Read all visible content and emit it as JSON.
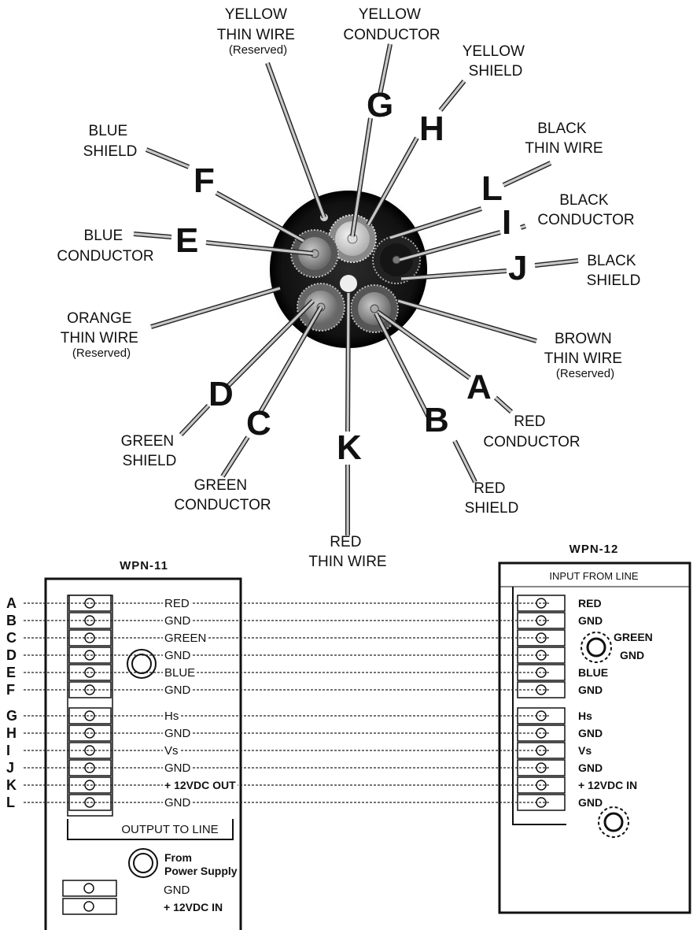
{
  "cable_labels": {
    "yellow_thin_wire": [
      "YELLOW",
      "THIN WIRE",
      "(Reserved)"
    ],
    "yellow_conductor": [
      "YELLOW",
      "CONDUCTOR"
    ],
    "yellow_shield": [
      "YELLOW",
      "SHIELD"
    ],
    "black_thin_wire": [
      "BLACK",
      "THIN WIRE"
    ],
    "black_conductor": [
      "BLACK",
      "CONDUCTOR"
    ],
    "black_shield": [
      "BLACK",
      "SHIELD"
    ],
    "brown_thin_wire": [
      "BROWN",
      "THIN WIRE",
      "(Reserved)"
    ],
    "red_conductor": [
      "RED",
      "CONDUCTOR"
    ],
    "red_shield": [
      "RED",
      "SHIELD"
    ],
    "red_thin_wire": [
      "RED",
      "THIN WIRE"
    ],
    "green_conductor": [
      "GREEN",
      "CONDUCTOR"
    ],
    "green_shield": [
      "GREEN",
      "SHIELD"
    ],
    "orange_thin_wire": [
      "ORANGE",
      "THIN WIRE",
      "(Reserved)"
    ],
    "blue_conductor": [
      "BLUE",
      "CONDUCTOR"
    ],
    "blue_shield": [
      "BLUE",
      "SHIELD"
    ]
  },
  "cable_letters": {
    "G": "G",
    "H": "H",
    "L": "L",
    "I": "I",
    "J": "J",
    "A": "A",
    "B": "B",
    "K": "K",
    "C": "C",
    "D": "D",
    "E": "E",
    "F": "F"
  },
  "wpn11": {
    "title": "WPN-11",
    "footer": "OUTPUT TO LINE",
    "power_label_1": "From",
    "power_label_2": "Power Supply",
    "gnd_label": "GND",
    "power_in_label": "+ 12VDC IN",
    "pins": [
      {
        "letter": "A",
        "label": "RED"
      },
      {
        "letter": "B",
        "label": "GND"
      },
      {
        "letter": "C",
        "label": "GREEN"
      },
      {
        "letter": "D",
        "label": "GND"
      },
      {
        "letter": "E",
        "label": "BLUE"
      },
      {
        "letter": "F",
        "label": "GND"
      },
      {
        "letter": "G",
        "label": "Hs"
      },
      {
        "letter": "H",
        "label": "GND"
      },
      {
        "letter": "I",
        "label": "Vs"
      },
      {
        "letter": "J",
        "label": "GND"
      },
      {
        "letter": "K",
        "label": "+ 12VDC OUT"
      },
      {
        "letter": "L",
        "label": "GND"
      }
    ]
  },
  "wpn12": {
    "title": "WPN-12",
    "header": "INPUT FROM LINE",
    "pins": [
      "RED",
      "GND",
      "",
      "BLUE",
      "GND",
      "Hs",
      "GND",
      "Vs",
      "GND",
      "+ 12VDC IN",
      "GND"
    ],
    "green_label": "GREEN",
    "green_gnd_label": "GND"
  }
}
